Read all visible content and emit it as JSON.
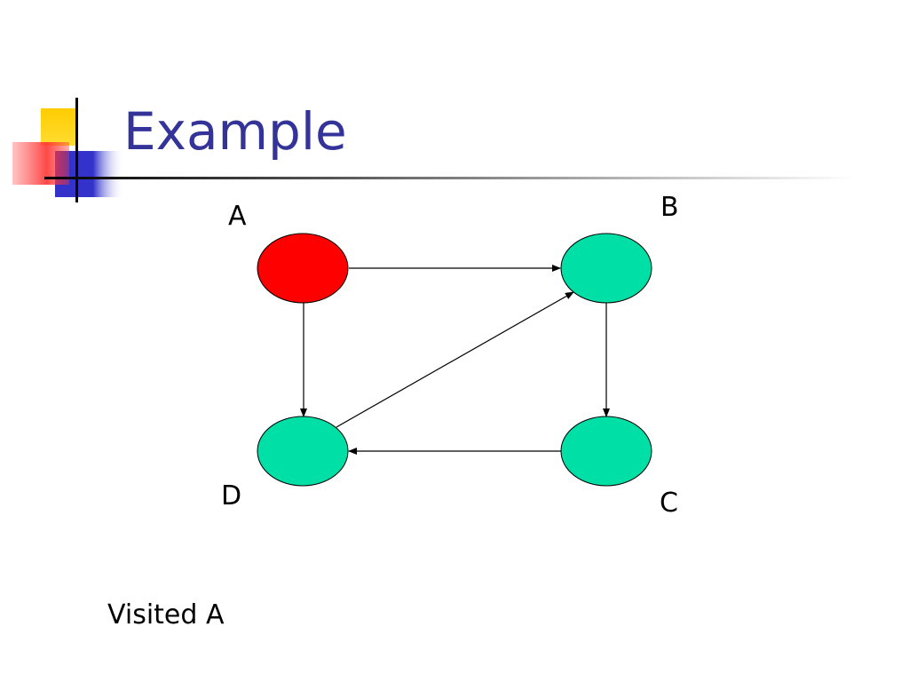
{
  "slide": {
    "title": "Example",
    "status": "Visited A"
  },
  "colors": {
    "title": "#333399",
    "visited_node": "#ff0000",
    "unvisited_node": "#00dfa6",
    "deco_yellow": "#ffcc00",
    "deco_blue": "#3333cc",
    "deco_red": "#ff3333"
  },
  "graph": {
    "nodes": [
      {
        "id": "A",
        "label": "A",
        "state": "visited"
      },
      {
        "id": "B",
        "label": "B",
        "state": "unvisited"
      },
      {
        "id": "C",
        "label": "C",
        "state": "unvisited"
      },
      {
        "id": "D",
        "label": "D",
        "state": "unvisited"
      }
    ],
    "edges": [
      {
        "from": "A",
        "to": "B"
      },
      {
        "from": "A",
        "to": "D"
      },
      {
        "from": "B",
        "to": "C"
      },
      {
        "from": "C",
        "to": "D"
      },
      {
        "from": "D",
        "to": "B"
      }
    ]
  }
}
